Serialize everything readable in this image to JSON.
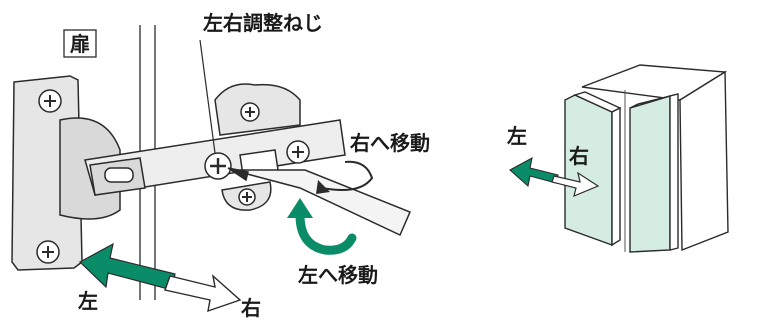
{
  "labels": {
    "door": "扉",
    "adjust_screw": "左右調整ねじ",
    "move_right": "右へ移動",
    "move_left": "左へ移動",
    "left_bottom": "左",
    "right_bottom": "右",
    "left_cabinet": "左",
    "right_cabinet": "右"
  },
  "colors": {
    "green": "#0a8c69",
    "light_green": "#d4ece1",
    "gray_fill": "#e6e6e6",
    "line": "#2b2b2b"
  }
}
